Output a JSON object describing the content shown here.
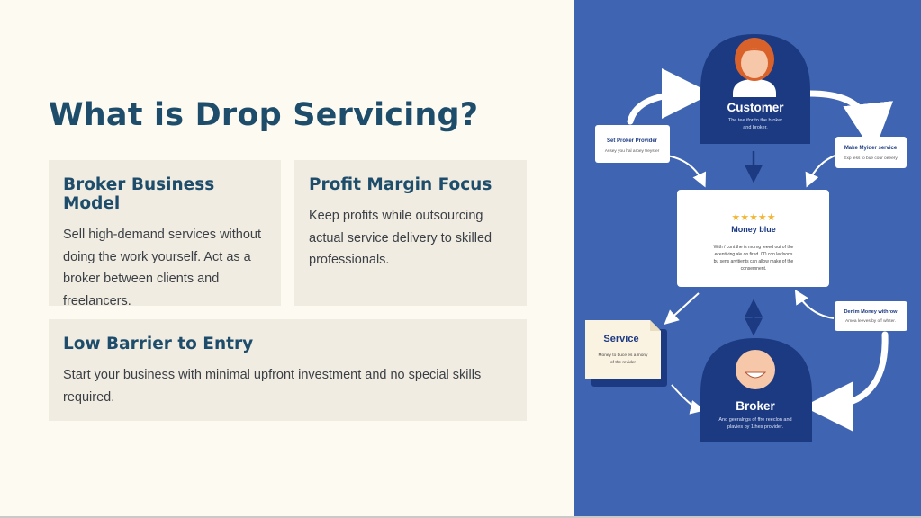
{
  "title": "What is Drop Servicing?",
  "cards": [
    {
      "title": "Broker Business Model",
      "body": "Sell high-demand services without doing the work yourself. Act as a broker between clients and freelancers."
    },
    {
      "title": "Profit Margin Focus",
      "body": "Keep profits while outsourcing actual service delivery to skilled professionals."
    },
    {
      "title": "Low Barrier to Entry",
      "body": "Start your business with minimal upfront investment and no special skills required."
    }
  ],
  "diagram": {
    "customer": {
      "title": "Customer",
      "line1": "The tee ifor to the broker",
      "line2": "and broker."
    },
    "set_provider": {
      "title": "Set Proker Provider",
      "sub": "Assey you hal aroey treyster"
    },
    "make_service": {
      "title": "Make Myider service",
      "sub": "Exp less to bue cour oeeery"
    },
    "center": {
      "stars": "★★★★★",
      "title": "Money blue",
      "line1": "With / cont the is morng teeed out of the",
      "line2": "ecentiving ale on fired. 0D con leclsons",
      "line3": "bu sens arvitients can allow make of the",
      "line4": "consemnent."
    },
    "denim": {
      "title": "Denim Money withrow",
      "sub": "Amea leeves by off whiter."
    },
    "service": {
      "title": "Service",
      "line1": "Money to buce es a mony",
      "line2": "of the revider"
    },
    "broker": {
      "title": "Broker",
      "line1": "And geeralngs of ffre reeclon and",
      "line2": "plavies by 1thes provider."
    },
    "colors": {
      "panel": "#3f64b1",
      "navy": "#1c3a82",
      "white": "#ffffff",
      "star": "#f2b632",
      "hair": "#d9622b",
      "skin": "#f6c7a8"
    }
  }
}
